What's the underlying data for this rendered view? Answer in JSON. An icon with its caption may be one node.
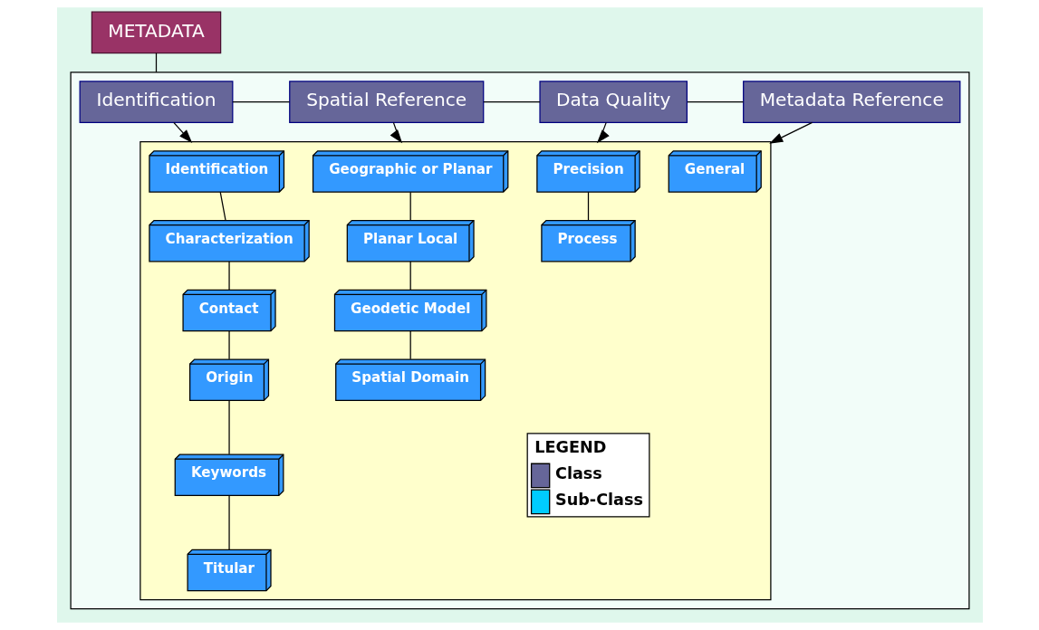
{
  "diagram": {
    "nodes": [
      {
        "text": [
          "METADATA"
        ]
      },
      {
        "text": [],
        "shape": "box"
      },
      {
        "text": [
          "Identification"
        ],
        "in": 1
      },
      {
        "text": [
          "Spatial Reference"
        ],
        "in": 1
      },
      {
        "text": [
          "Data Quality"
        ],
        "in": 1
      },
      {
        "text": [
          "Metadata Reference"
        ],
        "in": 1
      },
      {
        "text": [],
        "shape": "box",
        "in": 1
      },
      {
        "text": [
          "Identification"
        ],
        "in": 6
      },
      {
        "text": [
          "Characterization"
        ],
        "in": 6
      },
      {
        "text": [
          "Contact"
        ],
        "in": 6
      },
      {
        "text": [
          "Origin"
        ],
        "in": 6
      },
      {
        "text": [
          "Keywords"
        ],
        "in": 6
      },
      {
        "text": [
          "Titular"
        ],
        "in": 6
      },
      {
        "text": [
          "Geographic or Planar"
        ],
        "in": 6
      },
      {
        "text": [
          "Planar Local"
        ],
        "in": 6
      },
      {
        "text": [
          "Geodetic Model"
        ],
        "in": 6
      },
      {
        "text": [
          "Spatial Domain"
        ],
        "in": 6
      },
      {
        "text": [
          "Precision"
        ],
        "in": 6
      },
      {
        "text": [
          "Process"
        ],
        "in": 6
      },
      {
        "text": [
          "General"
        ],
        "in": 6
      }
    ],
    "edges": [
      {
        "from": 0,
        "to": 1,
        "arrow": "none"
      },
      {
        "from": 2,
        "to": 3,
        "arrow": "none"
      },
      {
        "from": 3,
        "to": 4,
        "arrow": "none"
      },
      {
        "from": 4,
        "to": 5,
        "arrow": "none"
      },
      {
        "from": 2,
        "to": 6,
        "arrow": "to"
      },
      {
        "from": 3,
        "to": 6,
        "arrow": "to"
      },
      {
        "from": 4,
        "to": 6,
        "arrow": "to"
      },
      {
        "from": 5,
        "to": 6,
        "arrow": "to"
      },
      {
        "from": 7,
        "to": 8,
        "arrow": "none"
      },
      {
        "from": 8,
        "to": 9,
        "arrow": "none"
      },
      {
        "from": 9,
        "to": 10,
        "arrow": "none"
      },
      {
        "from": 10,
        "to": 11,
        "arrow": "none"
      },
      {
        "from": 11,
        "to": 12,
        "arrow": "none"
      },
      {
        "from": 13,
        "to": 14,
        "arrow": "none"
      },
      {
        "from": 14,
        "to": 15,
        "arrow": "none"
      },
      {
        "from": 15,
        "to": 16,
        "arrow": "none"
      },
      {
        "from": 17,
        "to": 18,
        "arrow": "none"
      }
    ],
    "labels": [
      "LEGEND"
    ],
    "legend": [
      {
        "text": "Class",
        "color": "#666699"
      },
      {
        "text": "Sub-Class",
        "color": "#00ccff"
      }
    ]
  }
}
